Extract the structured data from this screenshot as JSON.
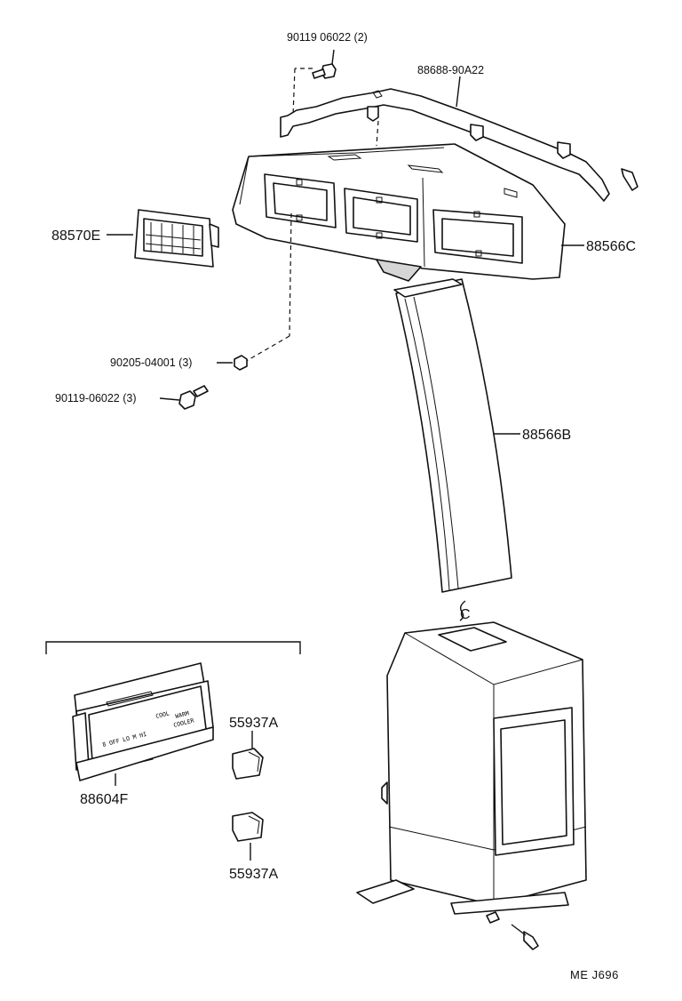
{
  "labels": {
    "bolt_top": "90119 06022 (2)",
    "bracket": "88688-90A22",
    "register": "88570E",
    "upper_duct": "88566C",
    "nut": "90205-04001 (3)",
    "bolt_side": "90119-06022 (3)",
    "mid_duct": "88566B",
    "connector": "C",
    "control_panel": "88604F",
    "knob_top": "55937A",
    "knob_bottom": "55937A",
    "ref_code": "ME  J696"
  },
  "panel_text": {
    "left_marks": "8 OFF LO M HI",
    "cool": "COOL",
    "warm": "WARM",
    "cooler": "COOLER"
  }
}
